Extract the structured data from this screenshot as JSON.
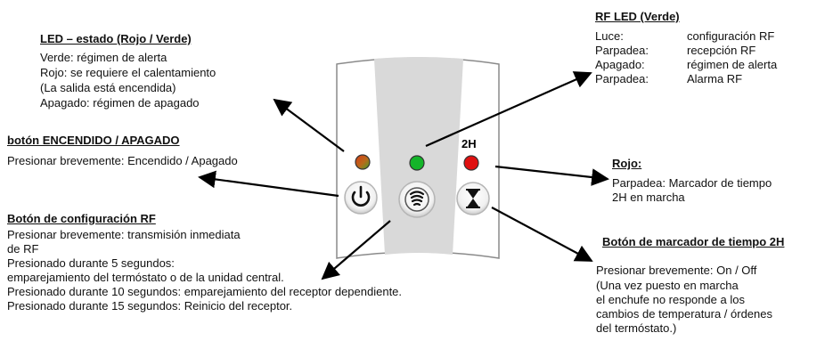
{
  "led_estado": {
    "title": "LED – estado (Rojo / Verde)",
    "lines": [
      "Verde: régimen de alerta",
      "Rojo: se requiere el calentamiento",
      "(La salida está encendida)",
      "Apagado: régimen de apagado"
    ]
  },
  "boton_encendido": {
    "title": "botón ENCENDIDO / APAGADO",
    "lines": [
      "Presionar brevemente: Encendido / Apagado"
    ]
  },
  "boton_rf": {
    "title": "Botón de configuración RF",
    "lines": [
      "Presionar brevemente: transmisión inmediata",
      "de RF",
      "Presionado durante 5 segundos:",
      "emparejamiento del termóstato o de la unidad central.",
      "Presionado durante 10 segundos: emparejamiento del receptor dependiente.",
      "Presionado durante 15 segundos: Reinicio del receptor."
    ]
  },
  "rf_led": {
    "title": "RF LED (Verde)",
    "rows": [
      {
        "key": "Luce:",
        "value": "configuración RF"
      },
      {
        "key": "Parpadea:",
        "value": "recepción RF"
      },
      {
        "key": "Apagado:",
        "value": "régimen de alerta"
      },
      {
        "key": "Parpadea:",
        "value": "Alarma RF"
      }
    ]
  },
  "rojo": {
    "title": "Rojo:",
    "lines": [
      "Parpadea: Marcador de tiempo",
      "2H en marcha"
    ]
  },
  "boton_marcador": {
    "title": "Botón de marcador de tiempo 2H",
    "lines": [
      "Presionar brevemente: On / Off",
      "(Una vez puesto en marcha",
      "el enchufe no responde a los",
      "cambios de temperatura / órdenes",
      "del termóstato.)"
    ]
  },
  "device": {
    "label_2h": "2H"
  },
  "colors": {
    "led_green": "#14b52a",
    "led_red": "#e01010",
    "led_mixed_red": "#d84a1a",
    "led_mixed_green": "#6a9a2a",
    "center_strip": "#d9d9d9",
    "device_body": "#ffffff",
    "device_outline": "#8a8a8a"
  }
}
